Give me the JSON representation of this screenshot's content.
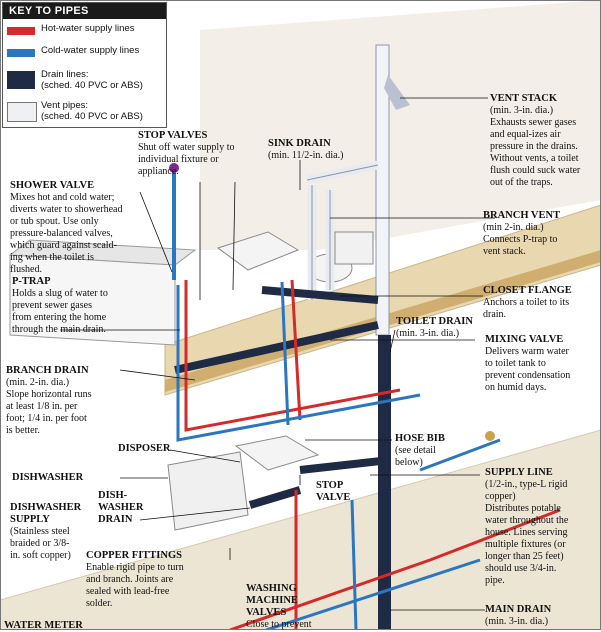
{
  "key": {
    "title": "KEY TO PIPES",
    "items": [
      {
        "label": "Hot-water supply lines",
        "color": "#d42a2a"
      },
      {
        "label": "Cold-water supply lines",
        "color": "#2b76c0"
      },
      {
        "label": "Drain lines:",
        "sub": "(sched. 40 PVC or ABS)",
        "color": "#1f2a44"
      },
      {
        "label": "Vent pipes:",
        "sub": "(sched. 40 PVC or ABS)",
        "color": "#eef0f4"
      }
    ]
  },
  "labels": {
    "vent_stack": {
      "head": "VENT STACK",
      "text": [
        "(min. 3-in. dia.)",
        "Exhausts sewer gases",
        "and equal-izes air",
        "pressure in the drains.",
        "Without vents, a toilet",
        "flush could suck water",
        "out of the traps."
      ]
    },
    "stop_valves": {
      "head": "STOP VALVES",
      "text": [
        "Shut off water supply to",
        "individual fixture or",
        "appliance."
      ]
    },
    "sink_drain": {
      "head": "SINK DRAIN",
      "text": [
        "(min. 11/2-in. dia.)"
      ]
    },
    "shower_valve": {
      "head": "SHOWER VALVE",
      "text": [
        "Mixes hot and cold water;",
        "diverts water to showerhead",
        "or tub spout. Use only",
        "pressure-balanced valves,",
        "which guard against scald-",
        "ing when the toilet is",
        "flushed."
      ]
    },
    "branch_vent": {
      "head": "BRANCH VENT",
      "text": [
        "(min 2-in. dia.)",
        "Connects P-trap to",
        "vent stack."
      ]
    },
    "p_trap": {
      "head": "P-TRAP",
      "text": [
        "Holds a slug of water to",
        "prevent sewer gases",
        "from entering the home",
        "through the main drain."
      ]
    },
    "closet_flange": {
      "head": "CLOSET FLANGE",
      "text": [
        "Anchors a toilet to its",
        "drain."
      ]
    },
    "toilet_drain": {
      "head": "TOILET DRAIN",
      "text": [
        "(min. 3-in. dia.)"
      ]
    },
    "mixing_valve": {
      "head": "MIXING VALVE",
      "text": [
        "Delivers warm water",
        "to toilet tank to",
        "prevent condensation",
        "on humid days."
      ]
    },
    "branch_drain": {
      "head": "BRANCH DRAIN",
      "text": [
        "(min. 2-in. dia.)",
        "Slope horizontal runs",
        "at least 1/8 in. per",
        "foot; 1/4 in. per foot",
        "is better."
      ]
    },
    "hose_bib": {
      "head": "HOSE BIB",
      "text": [
        "(see detail",
        "below)"
      ]
    },
    "disposer": {
      "head": "DISPOSER"
    },
    "dishwasher": {
      "head": "DISHWASHER"
    },
    "supply_line": {
      "head": "SUPPLY LINE",
      "text": [
        "(1/2-in., type-L rigid",
        "copper)",
        "Distributes potable",
        "water throughout the",
        "house. Lines serving",
        "multiple fixtures (or",
        "longer than 25 feet)",
        "should use 3/4-in.",
        "pipe."
      ]
    },
    "stop_valve": {
      "head": [
        "STOP",
        "VALVE"
      ]
    },
    "dishwasher_drain": {
      "head": [
        "DISH-",
        "WASHER",
        "DRAIN"
      ]
    },
    "dishwasher_supply": {
      "head": [
        "DISHWASHER",
        "SUPPLY"
      ],
      "text": [
        "(Stainless steel",
        "braided or 3/8-",
        "in. soft copper)"
      ]
    },
    "copper_fittings": {
      "head": "COPPER FITTINGS",
      "text": [
        "Enable rigid pipe to turn",
        "and branch. Joints are",
        "sealed with lead-free",
        "solder."
      ]
    },
    "washing_machine_valves": {
      "head": [
        "WASHING",
        "MACHINE",
        "VALVES"
      ],
      "text": [
        "Close to prevent"
      ]
    },
    "main_drain": {
      "head": "MAIN DRAIN",
      "text": [
        "(min. 3-in. dia.)"
      ]
    },
    "water_meter": {
      "head": "WATER METER"
    }
  }
}
